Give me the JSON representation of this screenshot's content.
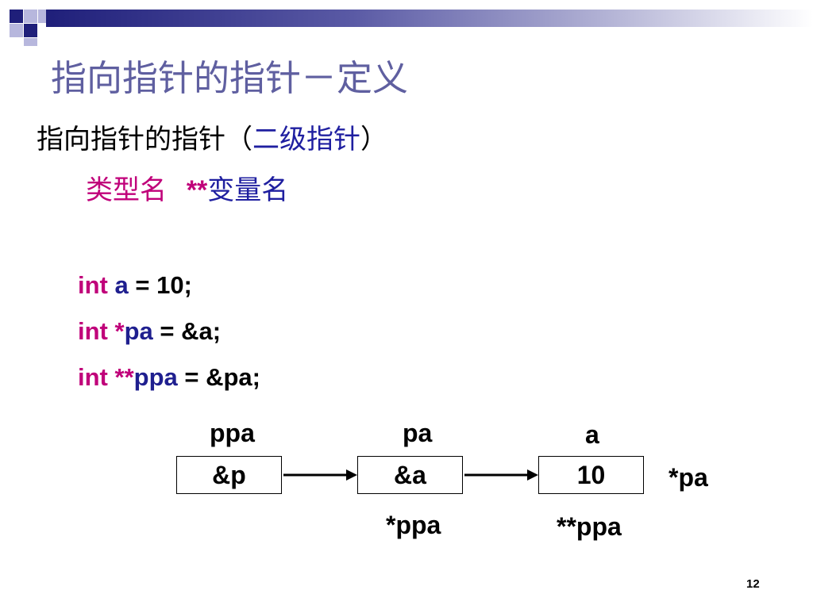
{
  "slide": {
    "title": "指向指针的指针－定义",
    "line1_prefix": "指向指针的指针（",
    "line1_highlight": "二级指针",
    "line1_suffix": "）",
    "syntax_type": "类型名",
    "syntax_stars": "**",
    "syntax_var": "变量名",
    "page_number": "12"
  },
  "code": [
    {
      "kw": "int",
      "stars": "",
      "name": "a",
      "rest": " = 10;"
    },
    {
      "kw": "int",
      "stars": "*",
      "name": "pa",
      "rest": " = &a;"
    },
    {
      "kw": "int",
      "stars": "**",
      "name": "ppa",
      "rest": " = &pa;"
    }
  ],
  "diagram": {
    "boxes": [
      {
        "label_above": "ppa",
        "value": "&p",
        "label_below": ""
      },
      {
        "label_above": "pa",
        "value": "&a",
        "label_below": "*ppa"
      },
      {
        "label_above": "a",
        "value": "10",
        "label_below": "**ppa"
      }
    ],
    "side_label": "*pa"
  },
  "colors": {
    "title": "#5f5fa0",
    "keyword": "#c0007a",
    "identifier": "#1f1f8f",
    "header_dark": "#1f1f7a"
  }
}
